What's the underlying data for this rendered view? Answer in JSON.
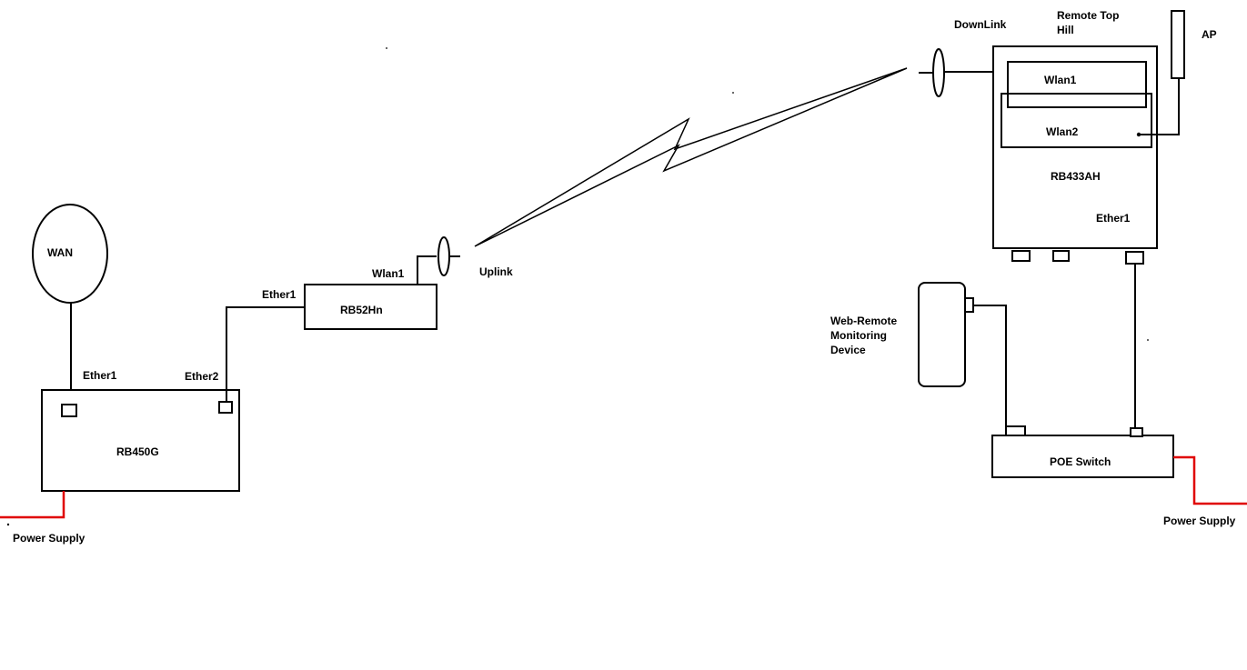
{
  "diagram": {
    "wan": {
      "label": "WAN"
    },
    "rb450g": {
      "label": "RB450G",
      "ether1_label": "Ether1",
      "ether2_label": "Ether2"
    },
    "rb52hn": {
      "label": "RB52Hn",
      "ether1_label": "Ether1",
      "wlan1_label": "Wlan1"
    },
    "uplink_label": "Uplink",
    "downlink_label": "DownLink",
    "remote_site": {
      "line1": "Remote Top",
      "line2": "Hill"
    },
    "ap_label": "AP",
    "rb433ah": {
      "label": "RB433AH",
      "wlan1_label": "Wlan1",
      "wlan2_label": "Wlan2",
      "ether1_label": "Ether1"
    },
    "monitoring_device": {
      "line1": "Web-Remote",
      "line2": "Monitoring",
      "line3": "Device"
    },
    "poe_switch": {
      "label": "POE Switch"
    },
    "power_left_label": "Power Supply",
    "power_right_label": "Power Supply",
    "colors": {
      "power_line": "#e00000",
      "line": "#000000",
      "background": "#ffffff"
    }
  }
}
